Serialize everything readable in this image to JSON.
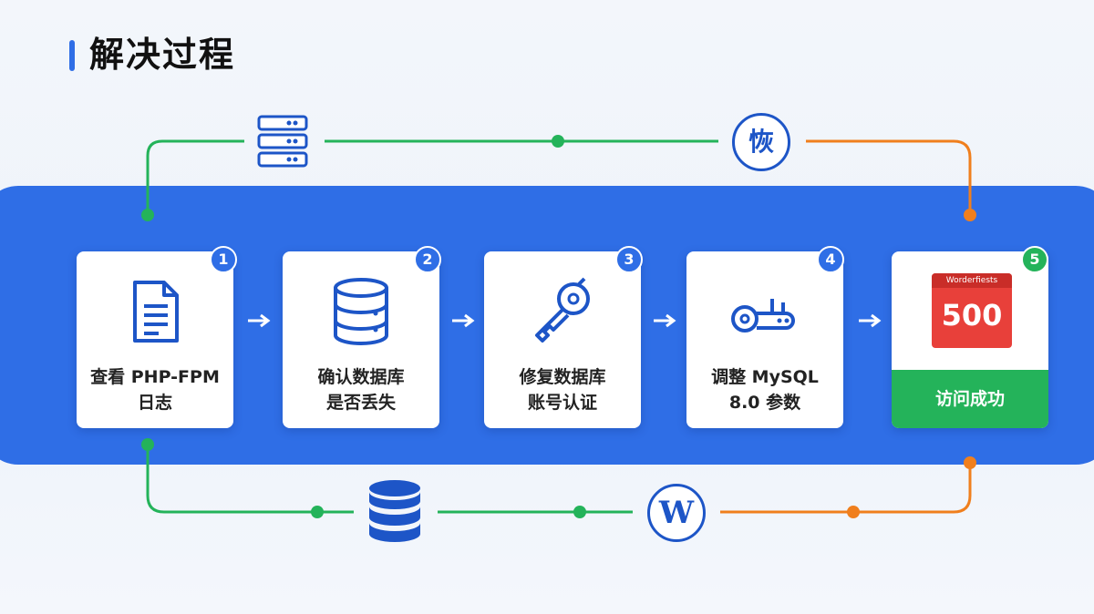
{
  "page": {
    "title": "解决过程"
  },
  "steps": [
    {
      "number": "1",
      "label_line1": "查看 PHP-FPM",
      "label_line2": "日志",
      "icon": "document-icon"
    },
    {
      "number": "2",
      "label_line1": "确认数据库",
      "label_line2": "是否丢失",
      "icon": "database-icon"
    },
    {
      "number": "3",
      "label_line1": "修复数据库",
      "label_line2": "账号认证",
      "icon": "key-icon"
    },
    {
      "number": "4",
      "label_line1": "调整 MySQL",
      "label_line2": "8.0 参数",
      "icon": "key-settings-icon"
    }
  ],
  "final_step": {
    "number": "5",
    "label": "访问成功",
    "error_header": "Worderfiests",
    "error_code": "500",
    "icon": "error-page-icon"
  },
  "connectors": {
    "top_restore_label": "恢",
    "bottom_wordpress_label": "W",
    "top_server_icon": "server-rack-icon",
    "bottom_database_icon": "database-stack-icon"
  },
  "colors": {
    "brand_blue": "#2f6ee6",
    "dark_blue": "#1d55c7",
    "success_green": "#24b35a",
    "connector_orange": "#f07f1d",
    "error_red": "#e8403a"
  }
}
